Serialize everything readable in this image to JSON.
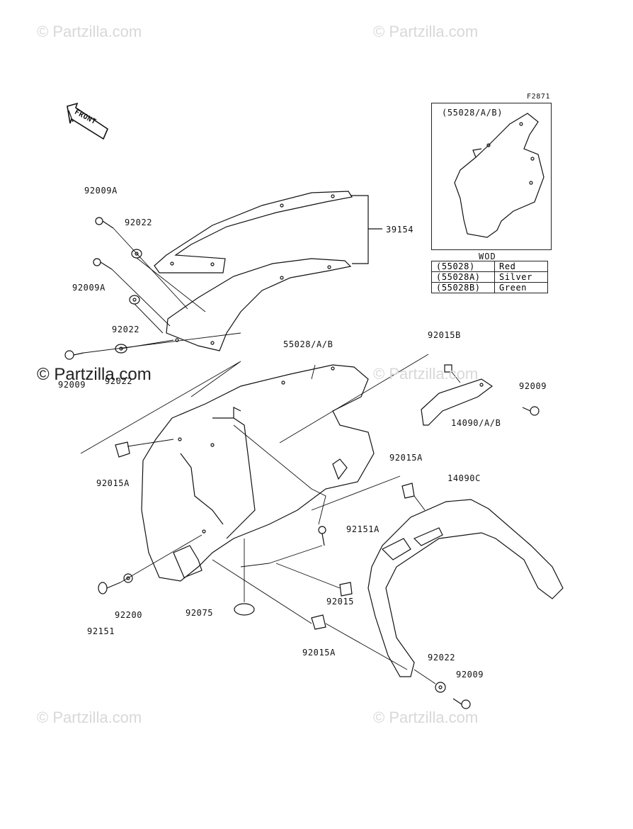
{
  "diagram": {
    "fig_code": "F2871",
    "front_label": "FRONT",
    "inset_title": "(55028/A/B)",
    "wod_title": "WOD",
    "wod_rows": [
      {
        "code": "(55028)",
        "color": "Red"
      },
      {
        "code": "(55028A)",
        "color": "Silver"
      },
      {
        "code": "(55028B)",
        "color": "Green"
      }
    ],
    "parts": {
      "p92009A_top": "92009A",
      "p92022_top": "92022",
      "p39154": "39154",
      "p92009A_mid": "92009A",
      "p92022_mid": "92022",
      "p92009_left": "92009",
      "p92022_left": "92022",
      "p55028": "55028/A/B",
      "p92015B": "92015B",
      "p92009_right": "92009",
      "p14090": "14090/A/B",
      "p92015A_left": "92015A",
      "p92015A_mid": "92015A",
      "p14090C": "14090C",
      "p92151A": "92151A",
      "p92015": "92015",
      "p92200": "92200",
      "p92151": "92151",
      "p92075": "92075",
      "p92015A_bottom": "92015A",
      "p92022_bottom": "92022",
      "p92009_bottom": "92009"
    }
  },
  "watermarks": {
    "text": "© Partzilla.com",
    "dark_text": "© Partzilla.com"
  }
}
